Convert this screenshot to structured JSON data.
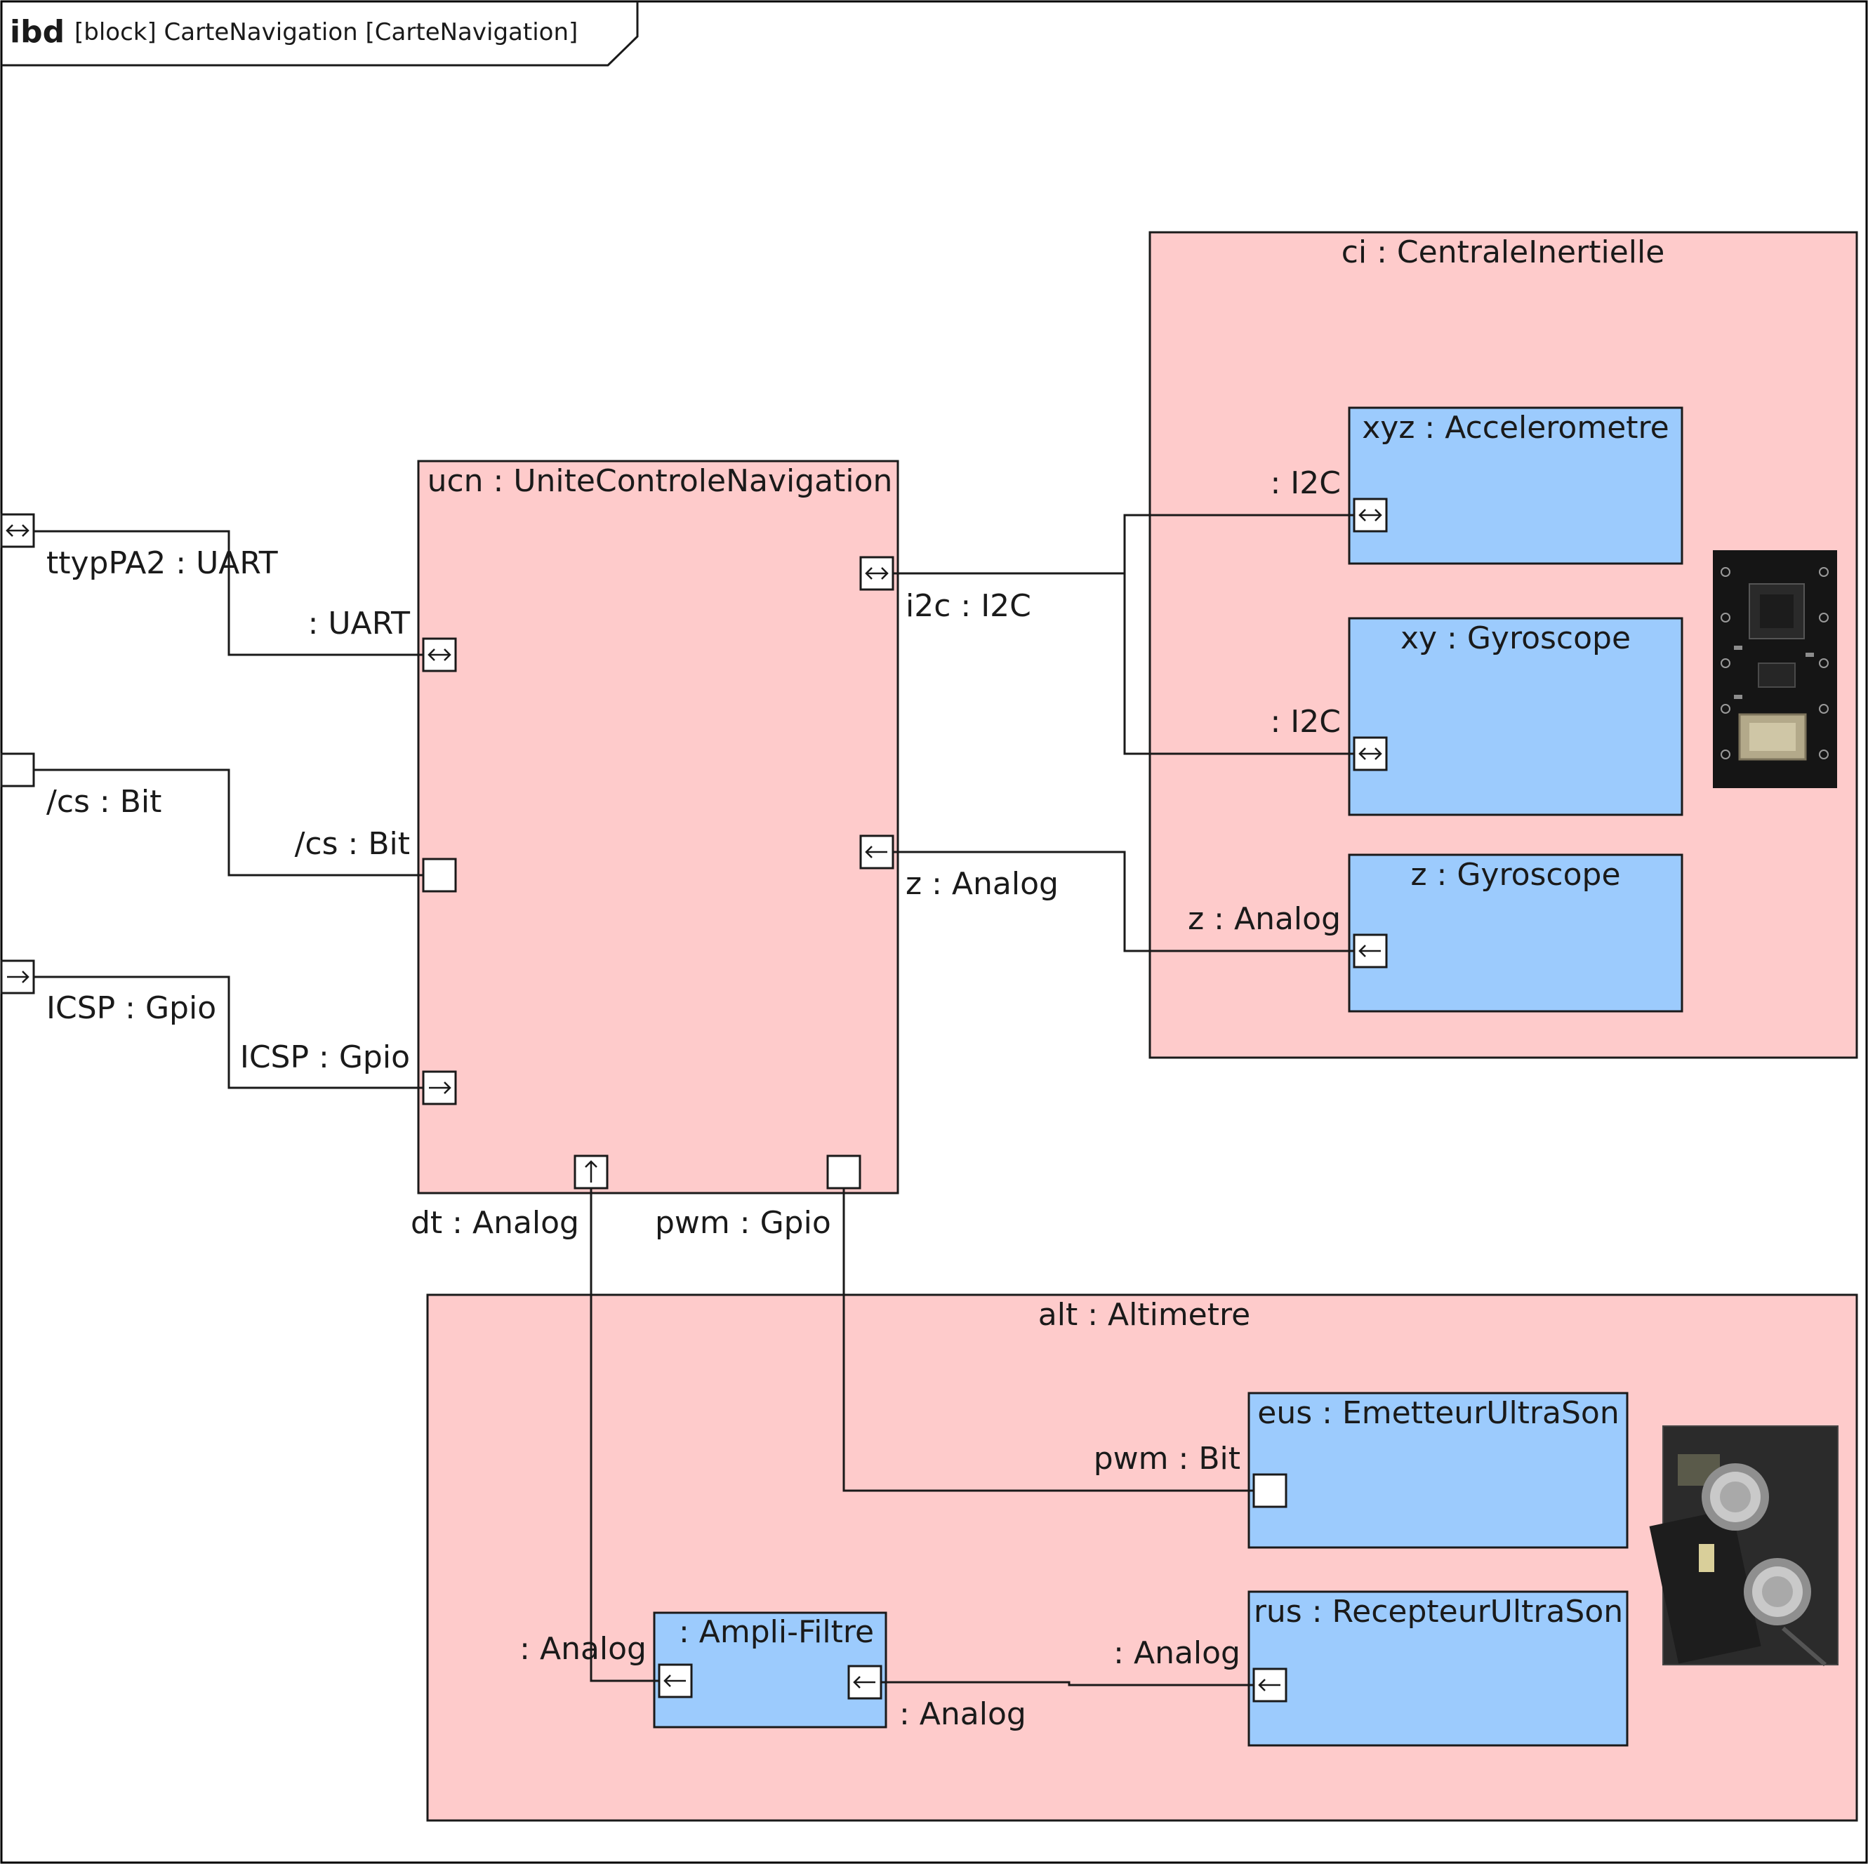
{
  "frame": {
    "keyword": "ibd",
    "title": "[block] CarteNavigation [CarteNavigation]"
  },
  "parts": {
    "ucn": "ucn : UniteControleNavigation",
    "ci": "ci : CentraleInertielle",
    "xyz": "xyz : Accelerometre",
    "xy": "xy : Gyroscope",
    "z": "z : Gyroscope",
    "alt": "alt : Altimetre",
    "eus": "eus : EmetteurUltraSon",
    "rus": "rus : RecepteurUltraSon",
    "ampli": ": Ampli-Filtre"
  },
  "ports": {
    "ttyp_outer": "ttypPA2 : UART",
    "uart_ucn": ": UART",
    "cs_outer": "/cs : Bit",
    "cs_ucn": "/cs : Bit",
    "icsp_outer": "ICSP : Gpio",
    "icsp_ucn": "ICSP : Gpio",
    "i2c_ucn": "i2c : I2C",
    "z_ucn": "z : Analog",
    "dt_ucn": "dt : Analog",
    "pwm_ucn": "pwm : Gpio",
    "i2c_xyz": ": I2C",
    "i2c_xy": ": I2C",
    "z_gyro": "z : Analog",
    "pwm_eus": "pwm : Bit",
    "analog_rus": ": Analog",
    "ampli_in": ": Analog",
    "ampli_out": ": Analog"
  },
  "images": [
    "imu-board-photo",
    "ultrasonic-sensor-photo"
  ]
}
